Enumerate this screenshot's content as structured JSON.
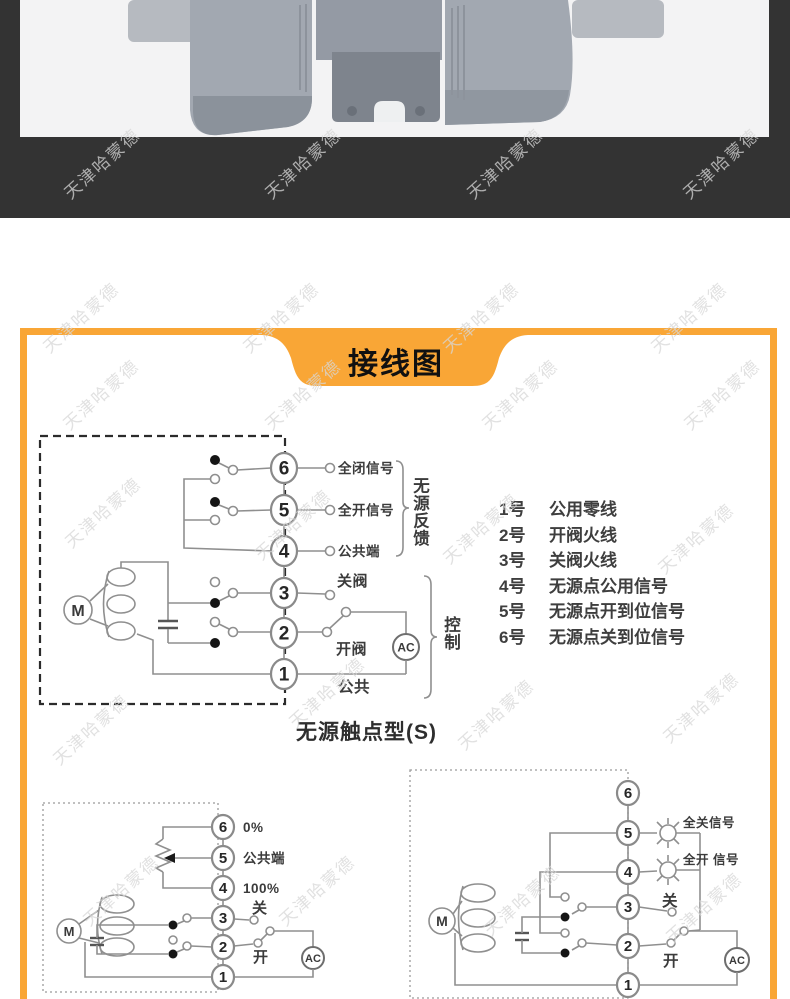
{
  "banner": {
    "title": "接线图"
  },
  "watermark": {
    "text": "天津哈蒙德"
  },
  "colors": {
    "accent_orange": "#F9A636",
    "dark_band": "#333333",
    "photo_bg": "#f3f3f4"
  },
  "main_diagram": {
    "terminals": [
      "6",
      "5",
      "4",
      "3",
      "2",
      "1"
    ],
    "label_t6": "全闭信号",
    "label_t5": "全开信号",
    "label_t4": "公共端",
    "feedback_group": "无源反馈",
    "label_t3": "关阀",
    "label_t2": "开阀",
    "label_t1": "公共",
    "control_group": "控制",
    "motor": "M",
    "power": "AC"
  },
  "terminal_list": [
    {
      "num": "1号",
      "desc": "公用零线"
    },
    {
      "num": "2号",
      "desc": "开阀火线"
    },
    {
      "num": "3号",
      "desc": "关阀火线"
    },
    {
      "num": "4号",
      "desc": "无源点公用信号"
    },
    {
      "num": "5号",
      "desc": "无源点开到位信号"
    },
    {
      "num": "6号",
      "desc": "无源点关到位信号"
    }
  ],
  "caption": "无源触点型(S)",
  "pot_diagram": {
    "terminals": [
      "6",
      "5",
      "4",
      "3",
      "2",
      "1"
    ],
    "label_t6": "0%",
    "label_t5": "公共端",
    "label_t4": "100%",
    "label_t3": "关",
    "label_t2": "开",
    "motor": "M",
    "power": "AC"
  },
  "lamp_diagram": {
    "terminals": [
      "6",
      "5",
      "4",
      "3",
      "2",
      "1"
    ],
    "label_t5": "全关信号",
    "label_t4": "全开 信号",
    "label_t3": "关",
    "label_t2": "开",
    "motor": "M",
    "power": "AC"
  }
}
